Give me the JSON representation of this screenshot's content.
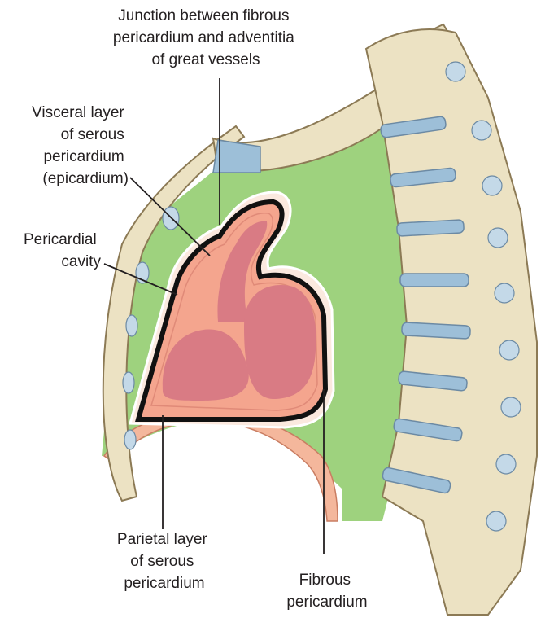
{
  "labels": {
    "junction": [
      "Junction between fibrous",
      "pericardium and adventitia",
      "of great vessels"
    ],
    "visceral": [
      "Visceral layer",
      "of serous",
      "pericardium",
      "(epicardium)"
    ],
    "cavity": [
      "Pericardial",
      "cavity"
    ],
    "parietal": [
      "Parietal layer",
      "of serous",
      "pericardium"
    ],
    "fibrous": [
      "Fibrous",
      "pericardium"
    ]
  },
  "colors": {
    "mediastinum": "#9ed27e",
    "pericardium_fill": "#f4a58e",
    "heart_chamber": "#d97b84",
    "cavity_line": "#111111",
    "bone": "#ece2c3",
    "disc": "#9dbfd8",
    "diaphragm": "#f4b79c"
  }
}
